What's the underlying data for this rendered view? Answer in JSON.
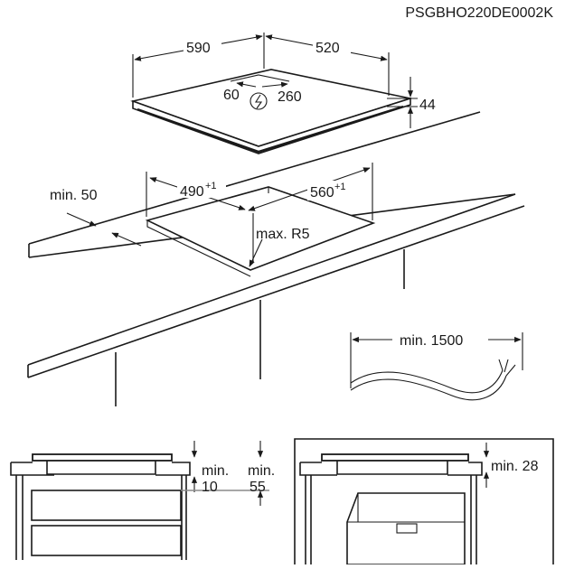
{
  "doc_code": "PSGBHO220DE0002K",
  "hob": {
    "width": "590",
    "depth": "520",
    "height": "44",
    "connection_left": "60",
    "connection_right": "260"
  },
  "cutout": {
    "width": "490",
    "width_tol": "+1",
    "depth": "560",
    "depth_tol": "+1",
    "edge_distance": "min. 50",
    "radius": "max. R5"
  },
  "cable": {
    "length": "min. 1500"
  },
  "install_drawer": {
    "gap_a_min": "min.",
    "gap_a_val": "10",
    "gap_b_min": "min.",
    "gap_b_val": "55"
  },
  "install_oven": {
    "gap": "min. 28"
  }
}
